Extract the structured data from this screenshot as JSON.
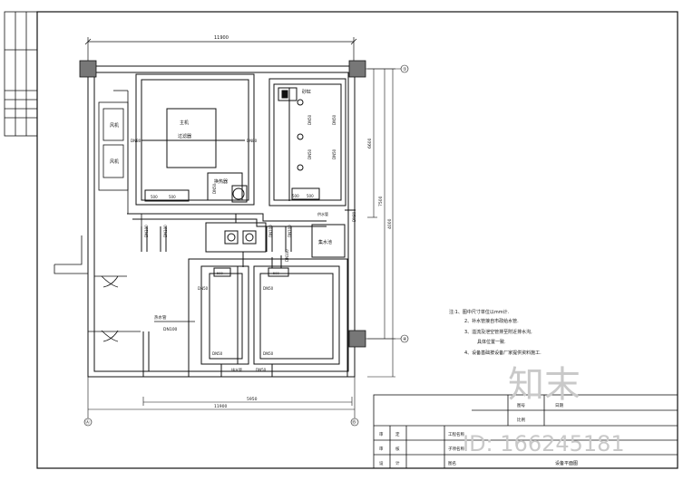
{
  "dimensions": {
    "top": "11900",
    "bottom_inner": "5950",
    "bottom_outer": "11900",
    "right_upper": "6600",
    "right_lower": "7500",
    "right_total": "4000"
  },
  "axis_labels": {
    "top_right": "①",
    "bottom_right": "④",
    "bottom_left": "Ⓐ",
    "bottom_right_axis": "Ⓑ"
  },
  "rooms": {
    "fan_1": "风机",
    "fan_2": "风机",
    "main_unit": "主机",
    "filter": "过滤器",
    "sand_tank": "砂缸",
    "heater": "换热器",
    "collector": "集水池"
  },
  "pipe_labels": {
    "dn80_a": "DN80",
    "dn80_b": "DN80",
    "dn50_a": "DN50",
    "dn50_b": "DN50",
    "dn50_c": "DN50",
    "dn50_d": "DN50",
    "dn50_e": "DN50",
    "dn100_a": "DN100",
    "dn100_b": "DN100",
    "dn100_c": "DN100",
    "dn100_d": "DN100",
    "dn100_e": "DN100",
    "dn80_c": "DN80",
    "dn50_f": "DN50",
    "dn50_g": "DN50",
    "dn50_h": "DN50",
    "dn50_i": "DN50",
    "val_500_a": "500",
    "val_500_b": "500",
    "val_500_c": "500",
    "val_500_d": "500",
    "supply_pipe": "供水管",
    "drain_pipe": "排水管",
    "hot_pipe": "热水管"
  },
  "notes": {
    "n1": "注:1、图中尺寸单位以mm计.",
    "n2": "2、补水管接自市政给水管.",
    "n3": "3、溢流及泄空管排至附近排水沟,",
    "n3b": "具体位置一致.",
    "n4": "4、设备基础按设备厂家提供资料施工."
  },
  "title_block": {
    "r1c1": "审",
    "r1c2": "定",
    "r1c3": "工程名称",
    "r2c1": "审",
    "r2c2": "核",
    "r2c3": "子项名称",
    "r3c1": "设",
    "r3c2": "计",
    "r3c3": "图名",
    "top1": "图号",
    "top2": "比例",
    "top3": "日期",
    "top4": "设备平面图"
  },
  "watermark": {
    "logo": "知末",
    "id": "ID: 166245181"
  }
}
